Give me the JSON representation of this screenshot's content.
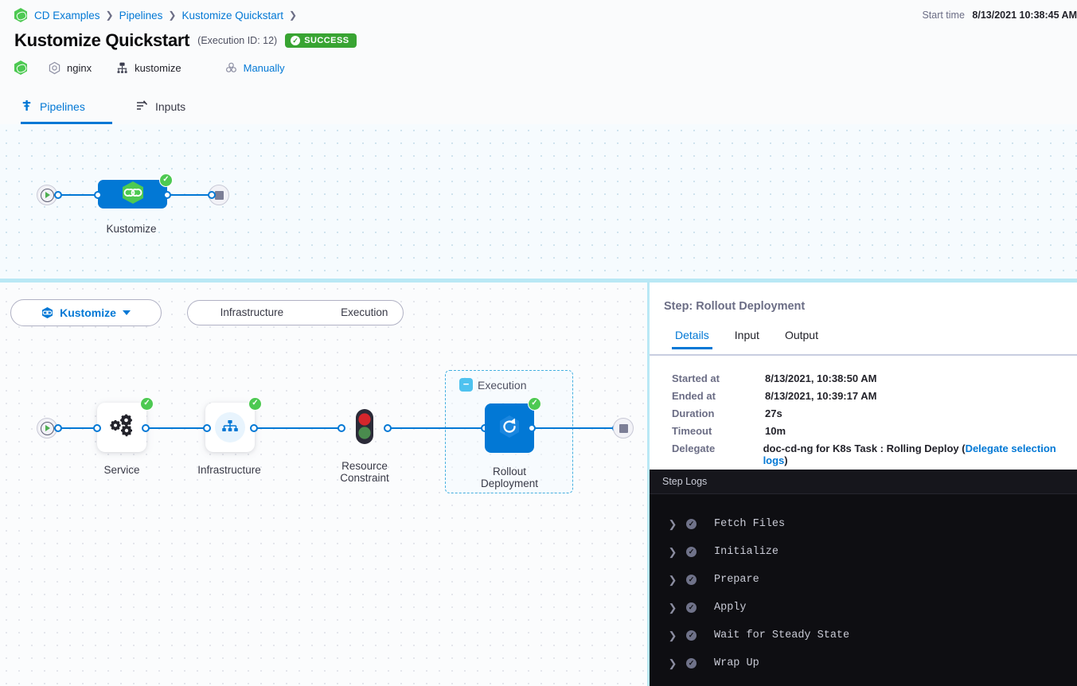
{
  "header": {
    "breadcrumb": [
      {
        "label": "CD Examples",
        "icon": "harness-logo-icon"
      },
      {
        "label": "Pipelines"
      },
      {
        "label": "Kustomize Quickstart"
      }
    ],
    "start_time_label": "Start time",
    "start_time_value": "8/13/2021 10:38:45 AM",
    "title": "Kustomize Quickstart",
    "execution_id": "(Execution ID: 12)",
    "status_badge": "SUCCESS",
    "status_color": "#38a432",
    "meta": [
      {
        "label": "nginx",
        "icon": "service-hex-icon"
      },
      {
        "label": "kustomize",
        "icon": "kustomize-icon"
      },
      {
        "label": "Manually",
        "icon": "trigger-icon",
        "link": true
      }
    ]
  },
  "tabs": [
    {
      "label": "Pipelines",
      "icon": "pipeline-icon",
      "active": true
    },
    {
      "label": "Inputs",
      "icon": "inputs-icon",
      "active": false
    }
  ],
  "top_graph": {
    "stage_label": "Kustomize",
    "start_icon": "play-icon",
    "end_icon": "stop-icon",
    "status": "success"
  },
  "stage_selector": {
    "label": "Kustomize",
    "icon": "kustomize-stage-icon",
    "caret": "chevron-down-icon"
  },
  "view_toggle": {
    "segments": [
      "Infrastructure",
      "Execution"
    ]
  },
  "main_graph": {
    "nodes": [
      {
        "label": "Service",
        "icon": "service-gears-icon",
        "status": "success"
      },
      {
        "label": "Infrastructure",
        "icon": "infrastructure-tree-icon",
        "status": "success"
      },
      {
        "label": "Resource\nConstraint",
        "icon": "traffic-light-icon",
        "status": "none"
      },
      {
        "label": "Rollout\nDeployment",
        "icon": "rollout-refresh-icon",
        "status": "success"
      }
    ],
    "group": {
      "title": "Execution",
      "collapse_icon": "minus-icon"
    },
    "start_icon": "play-icon",
    "end_icon": "stop-icon"
  },
  "panel": {
    "title": "Step: Rollout Deployment",
    "tabs": [
      {
        "label": "Details",
        "active": true
      },
      {
        "label": "Input",
        "active": false
      },
      {
        "label": "Output",
        "active": false
      }
    ],
    "details": [
      {
        "key": "Started at",
        "value": "8/13/2021, 10:38:50 AM"
      },
      {
        "key": "Ended at",
        "value": "8/13/2021, 10:39:17 AM"
      },
      {
        "key": "Duration",
        "value": "27s"
      },
      {
        "key": "Timeout",
        "value": "10m"
      }
    ],
    "delegate": {
      "key": "Delegate",
      "value_prefix": "doc-cd-ng for K8s Task : Rolling Deploy (",
      "link": "Delegate selection logs",
      "value_suffix": ")"
    },
    "logs": {
      "header": "Step Logs",
      "rows": [
        {
          "label": "Fetch Files",
          "status": "success"
        },
        {
          "label": "Initialize",
          "status": "success"
        },
        {
          "label": "Prepare",
          "status": "success"
        },
        {
          "label": "Apply",
          "status": "success"
        },
        {
          "label": "Wait for Steady State",
          "status": "success"
        },
        {
          "label": "Wrap Up",
          "status": "success"
        }
      ],
      "chevron": "chevron-right-icon"
    }
  }
}
